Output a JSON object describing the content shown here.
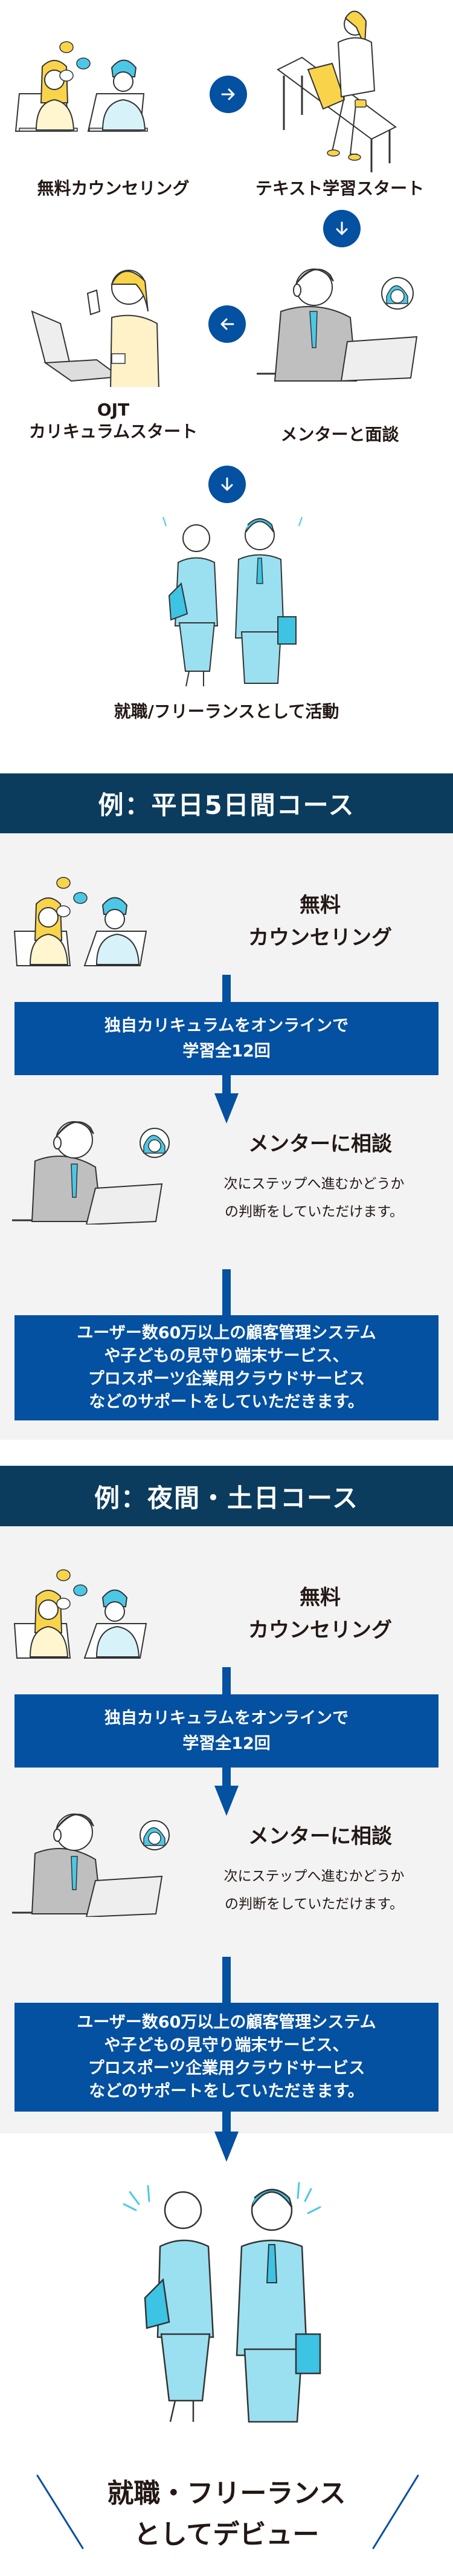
{
  "flow": {
    "steps": [
      {
        "label": "無料カウンセリング",
        "illustration": "online-counseling-illustration"
      },
      {
        "label": "テキスト学習スタート",
        "illustration": "desk-study-illustration"
      },
      {
        "label": "メンターと面談",
        "illustration": "mentor-headset-illustration"
      },
      {
        "label_line1": "OJT",
        "label_line2": "カリキュラムスタート",
        "illustration": "ok-sign-laptop-illustration"
      },
      {
        "label": "就職/フリーランスとして活動",
        "illustration": "business-people-illustration"
      }
    ],
    "arrows": [
      "arrow-right-icon",
      "arrow-down-icon",
      "arrow-left-icon",
      "arrow-down-icon"
    ]
  },
  "courses": [
    {
      "title": "例：平日5日間コース",
      "step1": {
        "line1": "無料",
        "line2": "カウンセリング"
      },
      "box1": {
        "line1": "独自カリキュラムをオンラインで",
        "line2": "学習全12回"
      },
      "mentor": {
        "title": "メンターに相談",
        "desc1": "次にステップへ進むかどうか",
        "desc2": "の判断をしていただけます。"
      },
      "box2": {
        "line1": "ユーザー数60万以上の顧客管理システム",
        "line2": "や子どもの見守り端末サービス、",
        "line3": "プロスポーツ企業用クラウドサービス",
        "line4": "などのサポートをしていただきます。"
      }
    },
    {
      "title": "例：夜間・土日コース",
      "step1": {
        "line1": "無料",
        "line2": "カウンセリング"
      },
      "box1": {
        "line1": "独自カリキュラムをオンラインで",
        "line2": "学習全12回"
      },
      "mentor": {
        "title": "メンターに相談",
        "desc1": "次にステップへ進むかどうか",
        "desc2": "の判断をしていただけます。"
      },
      "box2": {
        "line1": "ユーザー数60万以上の顧客管理システム",
        "line2": "や子どもの見守り端末サービス、",
        "line3": "プロスポーツ企業用クラウドサービス",
        "line4": "などのサポートをしていただきます。"
      }
    }
  ],
  "debut": {
    "line1": "就職・フリーランス",
    "line2": "としてデビュー"
  },
  "colors": {
    "accent_blue": "#0450A1",
    "header_navy": "#0B3C5D",
    "section_gray": "#F3F3F3",
    "text": "#231815",
    "illus_cyan": "#4CC8E6",
    "illus_yellow": "#F9D44B"
  }
}
